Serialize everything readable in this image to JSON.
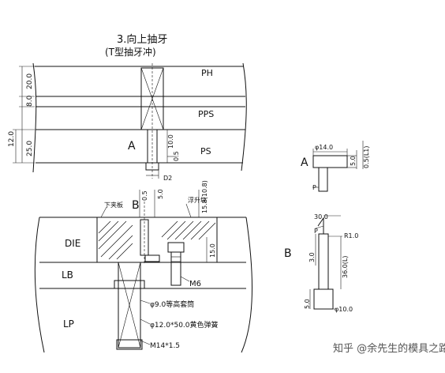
{
  "title": {
    "line1": "3.向上抽牙",
    "line2": "(T型抽牙冲)"
  },
  "top_plates": [
    "PH",
    "PPS",
    "PS"
  ],
  "top_dims": [
    "20.0",
    "8.0",
    "12.0",
    "25.0",
    "10.0",
    "0.5",
    "D2"
  ],
  "marker_a": "A",
  "marker_b": "B",
  "bottom_plates": [
    "DIE",
    "LB",
    "LP"
  ],
  "bottom_dims": [
    "0.5",
    "5.0",
    "15.8(10.8)",
    "15.0"
  ],
  "bottom_callouts": {
    "lower_block": "下夹板",
    "lift_pin": "浮升块",
    "m6": "M6",
    "hole9": "φ9.0等高套筒",
    "spring": "φ12.0*50.0黄色弹簧",
    "m14": "M14*1.5"
  },
  "detail_a": {
    "label": "A",
    "dims": [
      "φ14.0",
      "5.0",
      "0.5(L1)",
      "P"
    ]
  },
  "detail_b": {
    "label": "B",
    "dims": [
      "30.0",
      "P",
      "R1.0",
      "3.0",
      "36.0(L)",
      "5.0",
      "φ10.0"
    ]
  },
  "watermark": "知乎 @余先生的模具之路"
}
